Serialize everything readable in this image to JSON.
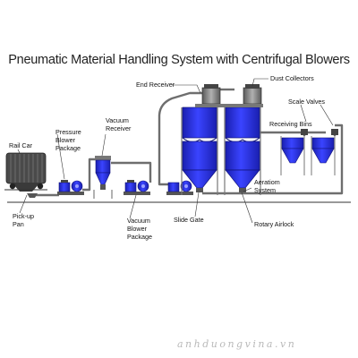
{
  "title": "Pneumatic Material Handling System with Centrifugal Blowers",
  "labels": {
    "end_receiver": "End Receiver",
    "dust_collectors": "Dust Collectors",
    "scale_valves": "Scale Valves",
    "receiving_bins": "Receiving Bins",
    "rail_car": "Rail Car",
    "pressure_blower_1": "Pressure",
    "pressure_blower_2": "Blower",
    "pressure_blower_3": "Package",
    "vacuum_receiver_1": "Vacuum",
    "vacuum_receiver_2": "Receiver",
    "pickup_pan_1": "Pick-up",
    "pickup_pan_2": "Pan",
    "vacuum_blower_1": "Vacuum",
    "vacuum_blower_2": "Blower",
    "vacuum_blower_3": "Package",
    "slide_gate": "Slide Gate",
    "aeration_1": "Aeratiom",
    "aeration_2": "System",
    "rotary_airlock": "Rotary Airlock"
  },
  "watermark": "anhduongvina.vn",
  "colors": {
    "equipment_blue": "#2a32e0",
    "equipment_dark_blue": "#1a1fb0",
    "frame_gray": "#8a8a8a",
    "pipe_gray": "#6e6e6e",
    "text": "#111111"
  },
  "icons": [
    "rail-car-icon",
    "blower-icon",
    "cyclone-receiver-icon",
    "silo-icon",
    "dust-collector-icon",
    "valve-icon"
  ]
}
